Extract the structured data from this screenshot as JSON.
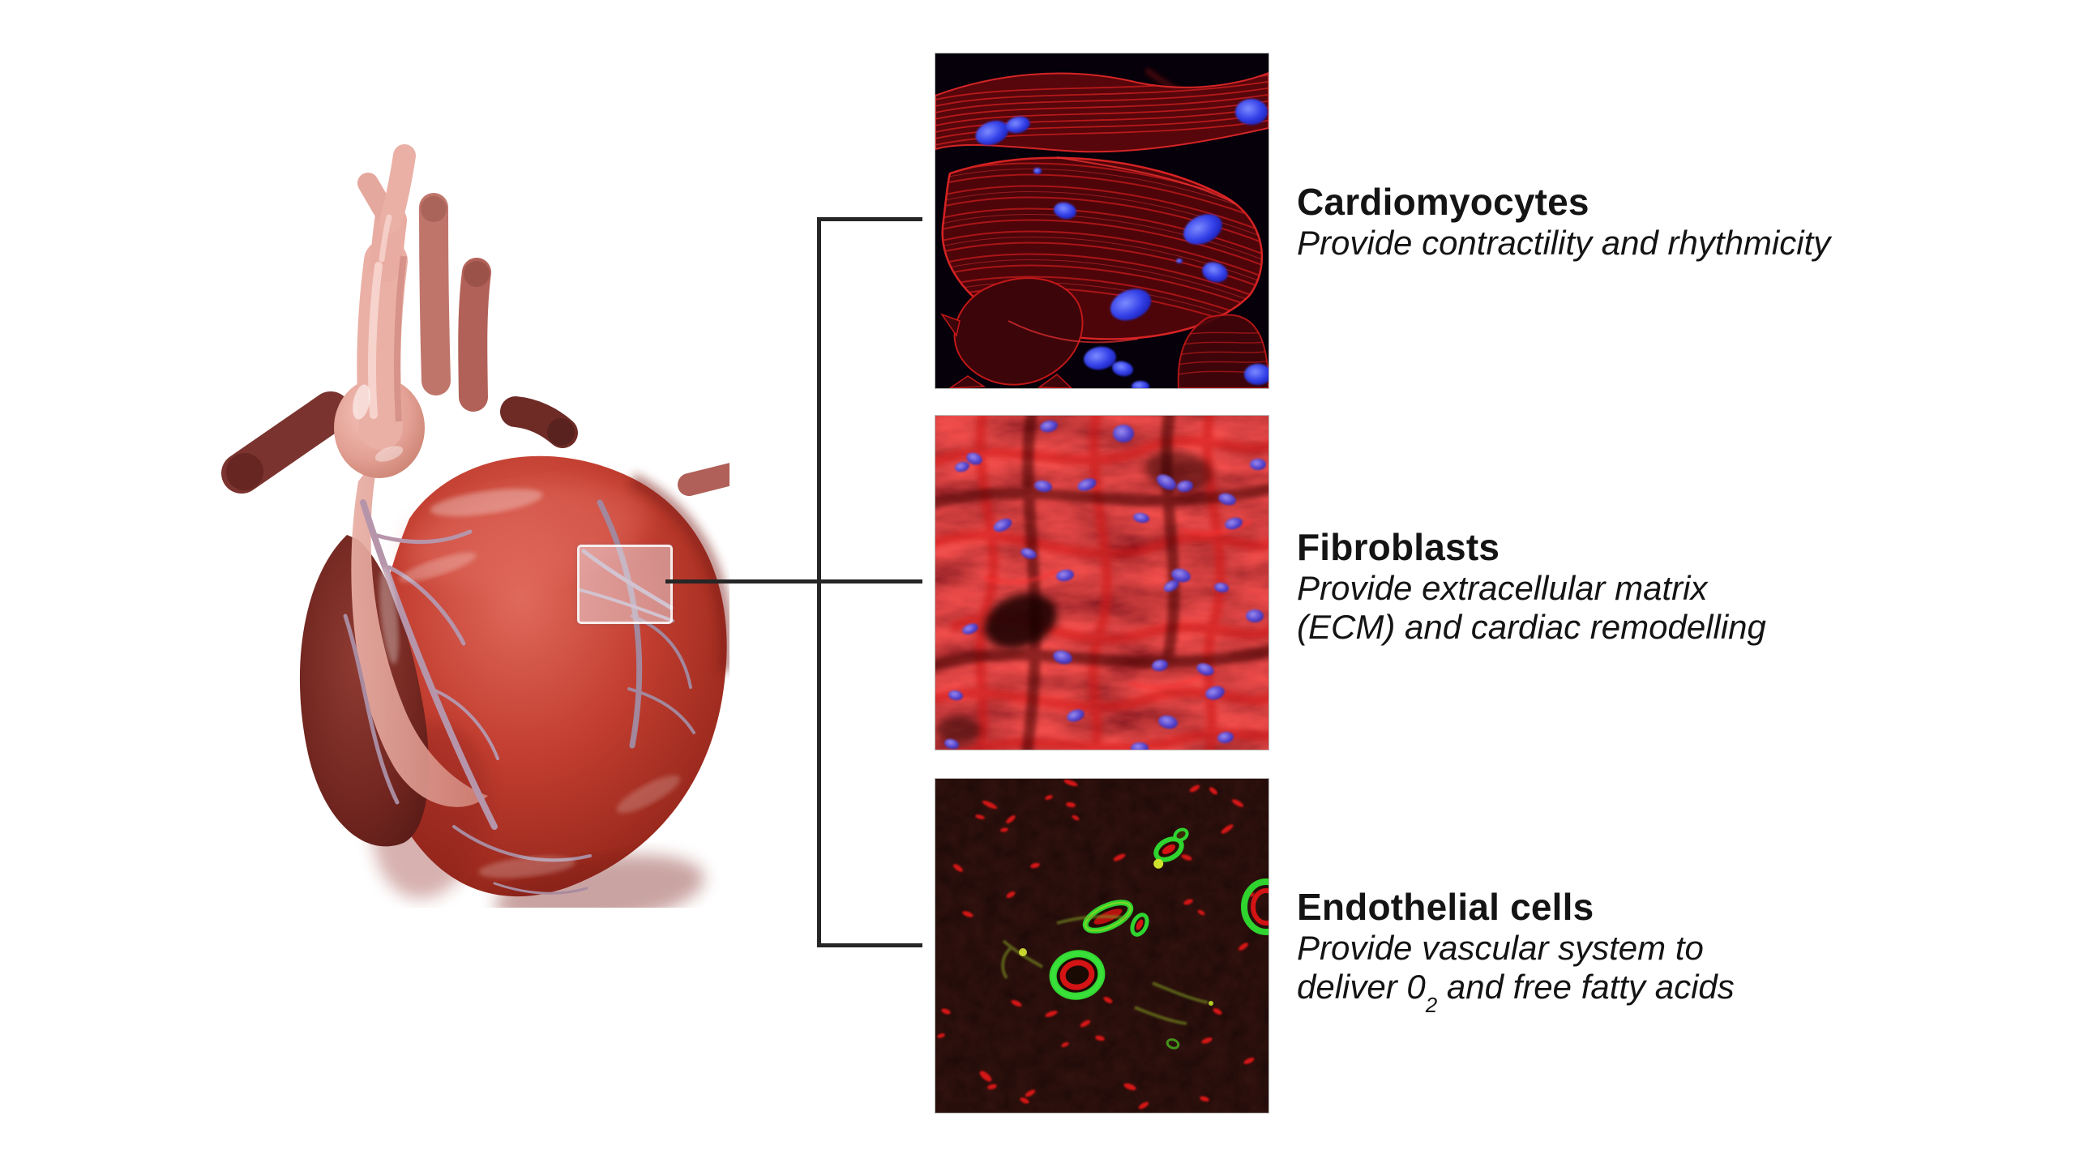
{
  "figure": {
    "type": "annotated-diagram",
    "background": "#ffffff",
    "connector_color": "#262626",
    "heart": {
      "label": "human heart illustration",
      "highlight_label": "myocardium sample region"
    },
    "cell_types": [
      {
        "title": "Cardiomyocytes",
        "desc_line1": "Provide contractility and rhythmicity",
        "micrograph": "cardiomyocytes-micrograph",
        "stain_colors": {
          "cytoplasm": "#c01414",
          "nuclei": "#3340e8",
          "background": "#06010a"
        }
      },
      {
        "title": "Fibroblasts",
        "desc_line1": "Provide extracellular matrix",
        "desc_line2": "(ECM) and cardiac remodelling",
        "micrograph": "fibroblasts-micrograph",
        "stain_colors": {
          "fibers": "#c41212",
          "nuclei": "#5948d0",
          "background": "#5e0606"
        }
      },
      {
        "title": "Endothelial cells",
        "desc_line1": "Provide vascular system to",
        "desc_line2_pre": "deliver 0",
        "desc_line2_sub": "2",
        "desc_line2_post": " and free fatty acids",
        "micrograph": "endothelial-micrograph",
        "stain_colors": {
          "capillaries": "#d81414",
          "vessel_rings": "#2fd42f",
          "background": "#0d0402"
        }
      }
    ]
  }
}
